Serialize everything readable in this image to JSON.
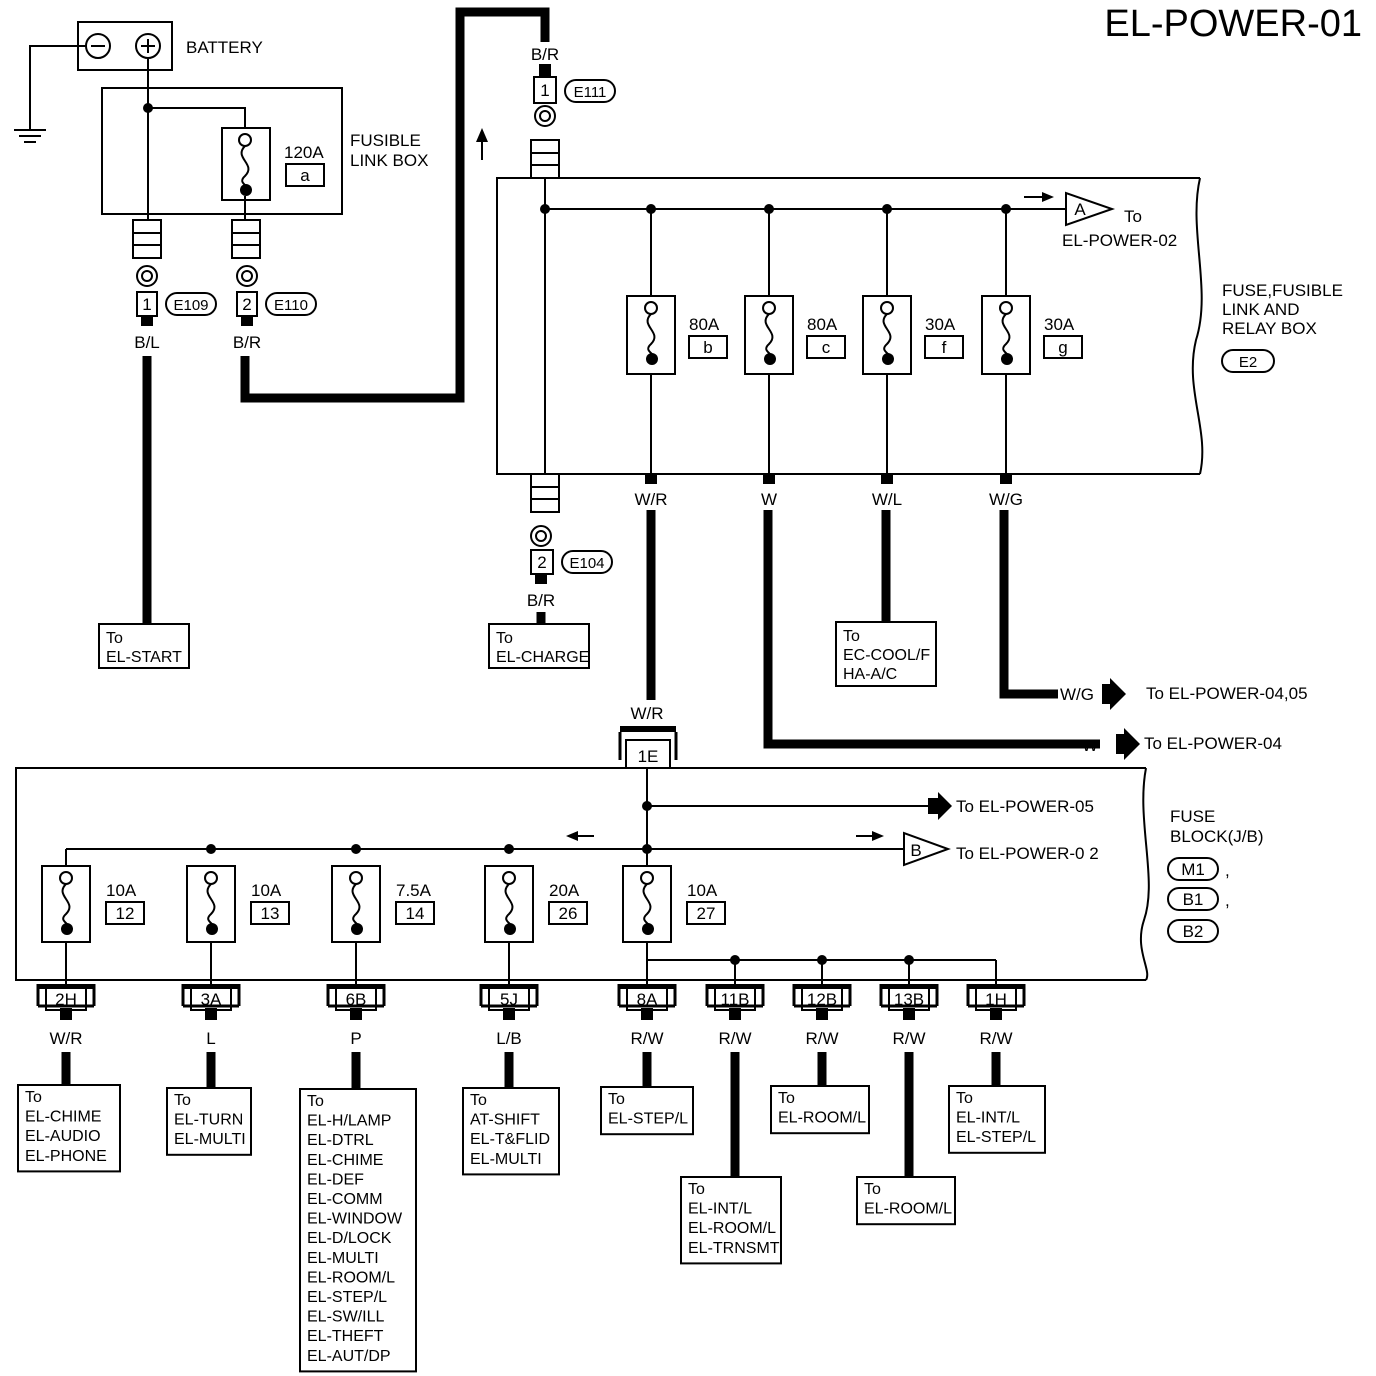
{
  "title": "EL-POWER-01",
  "battery": {
    "label": "BATTERY",
    "minus": "⊖",
    "plus": "⊕"
  },
  "fusible_link_box": {
    "label_line1": "FUSIBLE",
    "label_line2": "LINK BOX",
    "fuse": {
      "amps": "120A",
      "id": "a"
    }
  },
  "battery_connectors": [
    {
      "pin": "1",
      "id": "E109",
      "wire": "B/L",
      "dest_line1": "To",
      "dest_line2": "EL-START"
    },
    {
      "pin": "2",
      "id": "E110",
      "wire": "B/R"
    }
  ],
  "relay_box": {
    "label_line1": "FUSE,FUSIBLE",
    "label_line2": "LINK AND",
    "label_line3": "RELAY BOX",
    "connector_id": "E2",
    "input_wire": "B/R",
    "input_pin": "1",
    "input_conn": "E111",
    "to_label": "To",
    "to_page": "EL-POWER-02",
    "marker": "A",
    "fuses": [
      {
        "amps": "80A",
        "id": "b",
        "wire": "W/R"
      },
      {
        "amps": "80A",
        "id": "c",
        "wire": "W"
      },
      {
        "amps": "30A",
        "id": "f",
        "wire": "W/L"
      },
      {
        "amps": "30A",
        "id": "g",
        "wire": "W/G"
      }
    ],
    "charge": {
      "pin": "2",
      "conn": "E104",
      "wire": "B/R",
      "dest_line1": "To",
      "dest_line2": "EL-CHARGE"
    },
    "cool": {
      "dest_line1": "To",
      "dest_line2": "EC-COOL/F",
      "dest_line3": "HA-A/C"
    },
    "wg_out": {
      "wire": "W/G",
      "dest": "To EL-POWER-04,05"
    },
    "w_out": {
      "wire": "W",
      "dest": "To EL-POWER-04"
    }
  },
  "fuse_block": {
    "label_line1": "FUSE",
    "label_line2": "BLOCK(J/B)",
    "connectors": [
      "M1",
      "B1",
      "B2"
    ],
    "sep": ",",
    "input_wire": "W/R",
    "input_conn": "1E",
    "out05": "To EL-POWER-05",
    "marker": "B",
    "out02": "To EL-POWER-0 2",
    "fuses": [
      {
        "amps": "10A",
        "id": "12",
        "conn": "2H",
        "wire": "W/R",
        "dest": [
          "To",
          "EL-CHIME",
          "EL-AUDIO",
          "EL-PHONE"
        ]
      },
      {
        "amps": "10A",
        "id": "13",
        "conn": "3A",
        "wire": "L",
        "dest": [
          "To",
          "EL-TURN",
          "EL-MULTI"
        ]
      },
      {
        "amps": "7.5A",
        "id": "14",
        "conn": "6B",
        "wire": "P",
        "dest": [
          "To",
          "EL-H/LAMP",
          "EL-DTRL",
          "EL-CHIME",
          "EL-DEF",
          "EL-COMM",
          "EL-WINDOW",
          "EL-D/LOCK",
          "EL-MULTI",
          "EL-ROOM/L",
          "EL-STEP/L",
          "EL-SW/ILL",
          "EL-THEFT",
          "EL-AUT/DP"
        ]
      },
      {
        "amps": "20A",
        "id": "26",
        "conn": "5J",
        "wire": "L/B",
        "dest": [
          "To",
          "AT-SHIFT",
          "EL-T&FLID",
          "EL-MULTI"
        ]
      },
      {
        "amps": "10A",
        "id": "27",
        "conn": "8A",
        "wire": "R/W",
        "dest": [
          "To",
          "EL-STEP/L"
        ]
      }
    ],
    "branches": [
      {
        "conn": "11B",
        "wire": "R/W",
        "dest": [
          "To",
          "EL-INT/L",
          "EL-ROOM/L",
          "EL-TRNSMT"
        ]
      },
      {
        "conn": "12B",
        "wire": "R/W",
        "dest": [
          "To",
          "EL-ROOM/L"
        ]
      },
      {
        "conn": "13B",
        "wire": "R/W",
        "dest": [
          "To",
          "EL-ROOM/L"
        ]
      },
      {
        "conn": "1H",
        "wire": "R/W",
        "dest": [
          "To",
          "EL-INT/L",
          "EL-STEP/L"
        ]
      }
    ]
  }
}
